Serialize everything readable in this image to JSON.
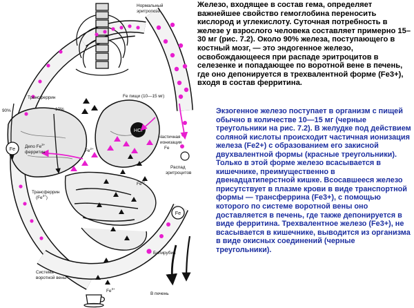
{
  "diagram": {
    "labels": {
      "normal_erythropoiesis_1": "Нормальный",
      "normal_erythropoiesis_2": "эритропоэз",
      "transferrin_top": "Трансферрин",
      "food_fe": "Fe пищи (10—15 мг)",
      "percent_90": "90%",
      "percent_10": "10%",
      "hcl": "HCl",
      "partial_ionization_1": "Частичная",
      "partial_ionization_2": "ионизация",
      "partial_ionization_3": "Fe",
      "fe_depot": "Fe",
      "depot_ferritin_1": "Депо Fe",
      "depot_ferritin_sup": "3+",
      "depot_ferritin_2": "ферритин",
      "fe2_stomach": "Fe",
      "fe2_stomach_sup": "2+",
      "fe3_intestine": "Fe",
      "fe3_intestine_sup": "3+",
      "transferrin_bottom_1": "Трансферрин",
      "transferrin_bottom_2": "(Fe",
      "transferrin_bottom_sup": "3+",
      "transferrin_bottom_3": ")",
      "erythrocyte_breakdown_1": "Распад",
      "erythrocyte_breakdown_2": "эритроцитов",
      "fe_vessel": "Fe",
      "portal_vein_1": "Система",
      "portal_vein_2": "воротной вены",
      "bilirubin": "Билирубин",
      "fe3_bottom": "Fe",
      "fe3_bottom_sup": "3+",
      "to_liver": "В печень"
    },
    "colors": {
      "magenta": "#e81ecf",
      "ink": "#111111",
      "vessel_fill": "#f3f3f3",
      "organ_fill": "#e6e6e6",
      "text_blue": "#1c2fa0"
    }
  },
  "text": {
    "paragraph_1": "Железо, входящее в состав гема, определяет важнейшее свойство гемоглобина переносить кислород и углекислоту. Суточная потребность в железе у взрослого человека составляет примерно 15–30 мг (рис. 7.2). Около 90% железа, поступающего в костный мозг, — это эндогенное железо, освобождающееся при распаде эритроцитов в селезенке и попадающее по воротной вене в печень, где оно депонируется в трехвалентной форме (Fe3+), входя в состав ферритина.",
    "paragraph_2": "Экзогенное железо поступает в организм с пищей обычно в количестве 10—15 мг (черные треугольники на рис. 7.2). В желудке под действием соляной кислоты происходит частичная ионизация железа (Fe2+) с образованием его закисной двухвалентной формы (красные треугольники). Только в этой форме железо всасывается в кишечнике, преимущественно в двенадцатиперстной кишке. Всосавшееся железо присутствует в плазме крови в виде транспортной формы — трансферрина (Fe3+), с помощью которого по системе воротной вены оно доставляется в печень, где также депонируется в виде ферритина. Трехвалентное железо (Fe3+), не всасывается в кишечнике, выводится из организма в виде окисных соединений (черные треугольники)."
  }
}
